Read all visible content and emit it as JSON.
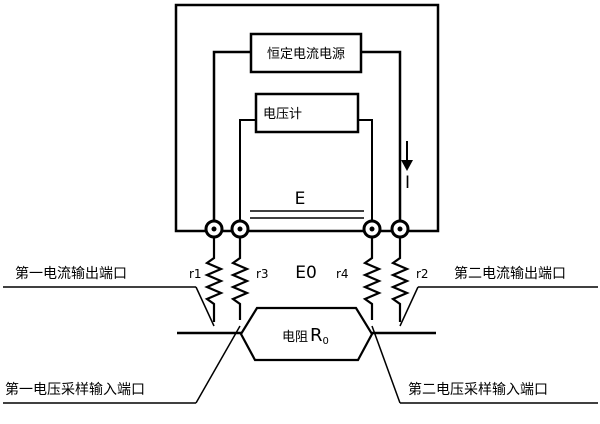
{
  "source_box_label": "恒定电流电源",
  "voltmeter_label": "电压计",
  "current_label": "I",
  "e_label": "E",
  "e0_label": "E0",
  "resistor": {
    "name": "电阻",
    "symbol": "R",
    "subscript": "0"
  },
  "contacts": {
    "r1": "r1",
    "r2": "r2",
    "r3": "r3",
    "r4": "r4"
  },
  "ports": {
    "first_current_out": "第一电流输出端口",
    "second_current_out": "第二电流输出端口",
    "first_voltage_in": "第一电压采样输入端口",
    "second_voltage_in": "第二电压采样输入端口"
  }
}
